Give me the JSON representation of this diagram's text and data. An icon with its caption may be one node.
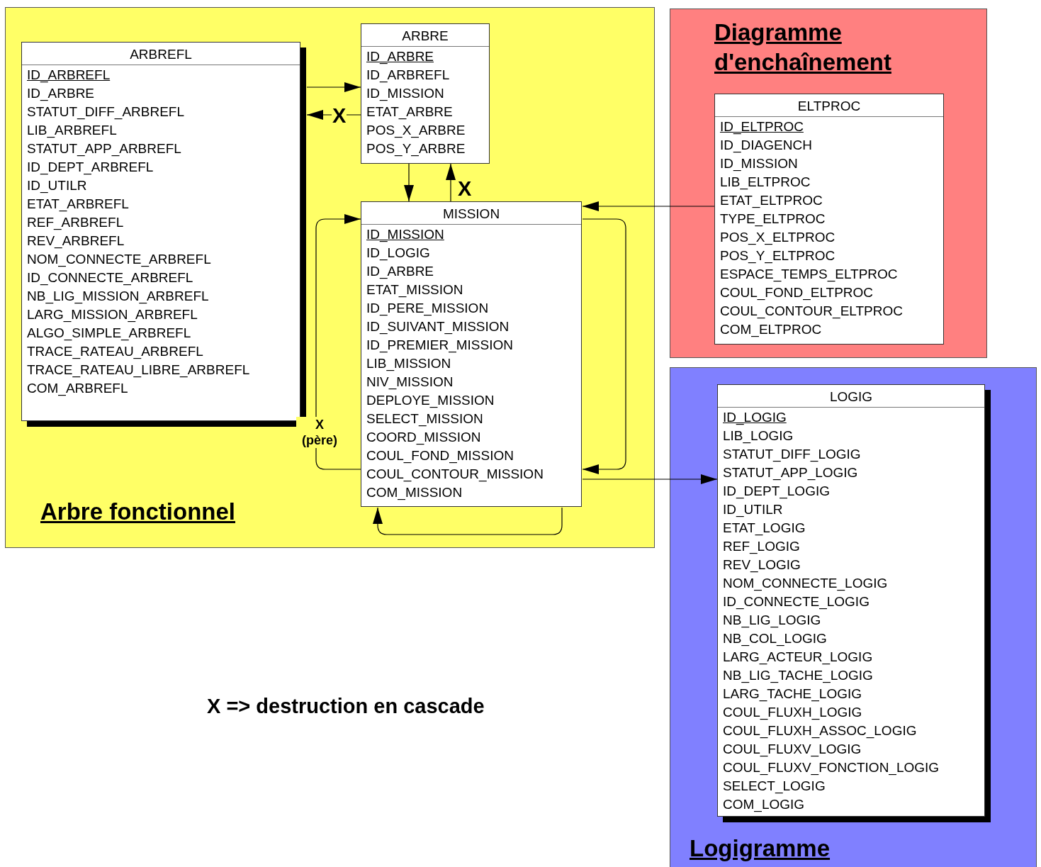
{
  "diagram": {
    "nodes": [
      {
        "text": [
          "Arbre fonctionnel"
        ]
      },
      {
        "text": [
          "ARBREFL",
          "ID_ARBREFL",
          "ID_ARBRE",
          "STATUT_DIFF_ARBREFL",
          "LIB_ARBREFL",
          "STATUT_APP_ARBREFL",
          "ID_DEPT_ARBREFL",
          "ID_UTILR",
          "ETAT_ARBREFL",
          "REF_ARBREFL",
          "REV_ARBREFL",
          "NOM_CONNECTE_ARBREFL",
          "ID_CONNECTE_ARBREFL",
          "NB_LIG_MISSION_ARBREFL",
          "LARG_MISSION_ARBREFL",
          "ALGO_SIMPLE_ARBREFL",
          "TRACE_RATEAU_ARBREFL",
          "TRACE_RATEAU_LIBRE_ARBREFL",
          "COM_ARBREFL"
        ],
        "in": 0
      },
      {
        "text": [
          "ARBRE",
          "ID_ARBRE",
          "ID_ARBREFL",
          "ID_MISSION",
          "ETAT_ARBRE",
          "POS_X_ARBRE",
          "POS_Y_ARBRE"
        ],
        "in": 0
      },
      {
        "text": [
          "MISSION",
          "ID_MISSION",
          "ID_LOGIG",
          "ID_ARBRE",
          "ETAT_MISSION",
          "ID_PERE_MISSION",
          "ID_SUIVANT_MISSION",
          "ID_PREMIER_MISSION",
          "LIB_MISSION",
          "NIV_MISSION",
          "DEPLOYE_MISSION",
          "SELECT_MISSION",
          "COORD_MISSION",
          "COUL_FOND_MISSION",
          "COUL_CONTOUR_MISSION",
          "COM_MISSION"
        ],
        "in": 0
      },
      {
        "text": [
          "Diagramme d'enchaînement"
        ]
      },
      {
        "text": [
          "ELTPROC",
          "ID_ELTPROC",
          "ID_DIAGENCH",
          "ID_MISSION",
          "LIB_ELTPROC",
          "ETAT_ELTPROC",
          "TYPE_ELTPROC",
          "POS_X_ELTPROC",
          "POS_Y_ELTPROC",
          "ESPACE_TEMPS_ELTPROC",
          "COUL_FOND_ELTPROC",
          "COUL_CONTOUR_ELTPROC",
          "COM_ELTPROC"
        ],
        "in": 4
      },
      {
        "text": [
          "Logigramme"
        ]
      },
      {
        "text": [
          "LOGIG",
          "ID_LOGIG",
          "LIB_LOGIG",
          "STATUT_DIFF_LOGIG",
          "STATUT_APP_LOGIG",
          "ID_DEPT_LOGIG",
          "ID_UTILR",
          "ETAT_LOGIG",
          "REF_LOGIG",
          "REV_LOGIG",
          "NOM_CONNECTE_LOGIG",
          "ID_CONNECTE_LOGIG",
          "NB_LIG_LOGIG",
          "NB_COL_LOGIG",
          "LARG_ACTEUR_LOGIG",
          "NB_LIG_TACHE_LOGIG",
          "LARG_TACHE_LOGIG",
          "COUL_FLUXH_LOGIG",
          "COUL_FLUXH_ASSOC_LOGIG",
          "COUL_FLUXV_LOGIG",
          "COUL_FLUXV_FONCTION_LOGIG",
          "SELECT_LOGIG",
          "COM_LOGIG"
        ],
        "in": 6
      }
    ],
    "edges": [
      {
        "from": 1,
        "to": 2,
        "arrow": "to"
      },
      {
        "from": 2,
        "to": 1,
        "arrow": "to",
        "label": "X"
      },
      {
        "from": 2,
        "to": 3,
        "arrow": "to"
      },
      {
        "from": 3,
        "to": 2,
        "arrow": "to",
        "label": "X"
      },
      {
        "from": 3,
        "to": 3,
        "arrow": "to",
        "label": "X (père)"
      },
      {
        "from": 3,
        "to": 3,
        "arrow": "to"
      },
      {
        "from": 3,
        "to": 3,
        "arrow": "to"
      },
      {
        "from": 5,
        "to": 3,
        "arrow": "to"
      },
      {
        "from": 3,
        "to": 7,
        "arrow": "to"
      }
    ],
    "labels": [
      "X => destruction en cascade"
    ]
  }
}
